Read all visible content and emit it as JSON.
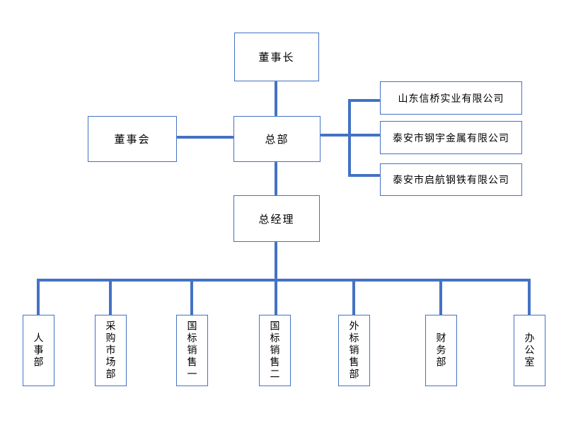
{
  "org_chart": {
    "nodes": {
      "chairman": "董事长",
      "board": "董事会",
      "headquarters": "总部",
      "general_manager": "总经理"
    },
    "subsidiaries": [
      "山东信桥实业有限公司",
      "泰安市钢宇金属有限公司",
      "泰安市启航钢铁有限公司"
    ],
    "departments": [
      "人事部",
      "采购市场部",
      "国标销售一",
      "国标销售二",
      "外标销售部",
      "财务部",
      "办公室"
    ],
    "colors": {
      "connector": "#4472C4",
      "box_border": "#4472C4",
      "text": "#000000",
      "background": "#FFFFFF"
    }
  }
}
